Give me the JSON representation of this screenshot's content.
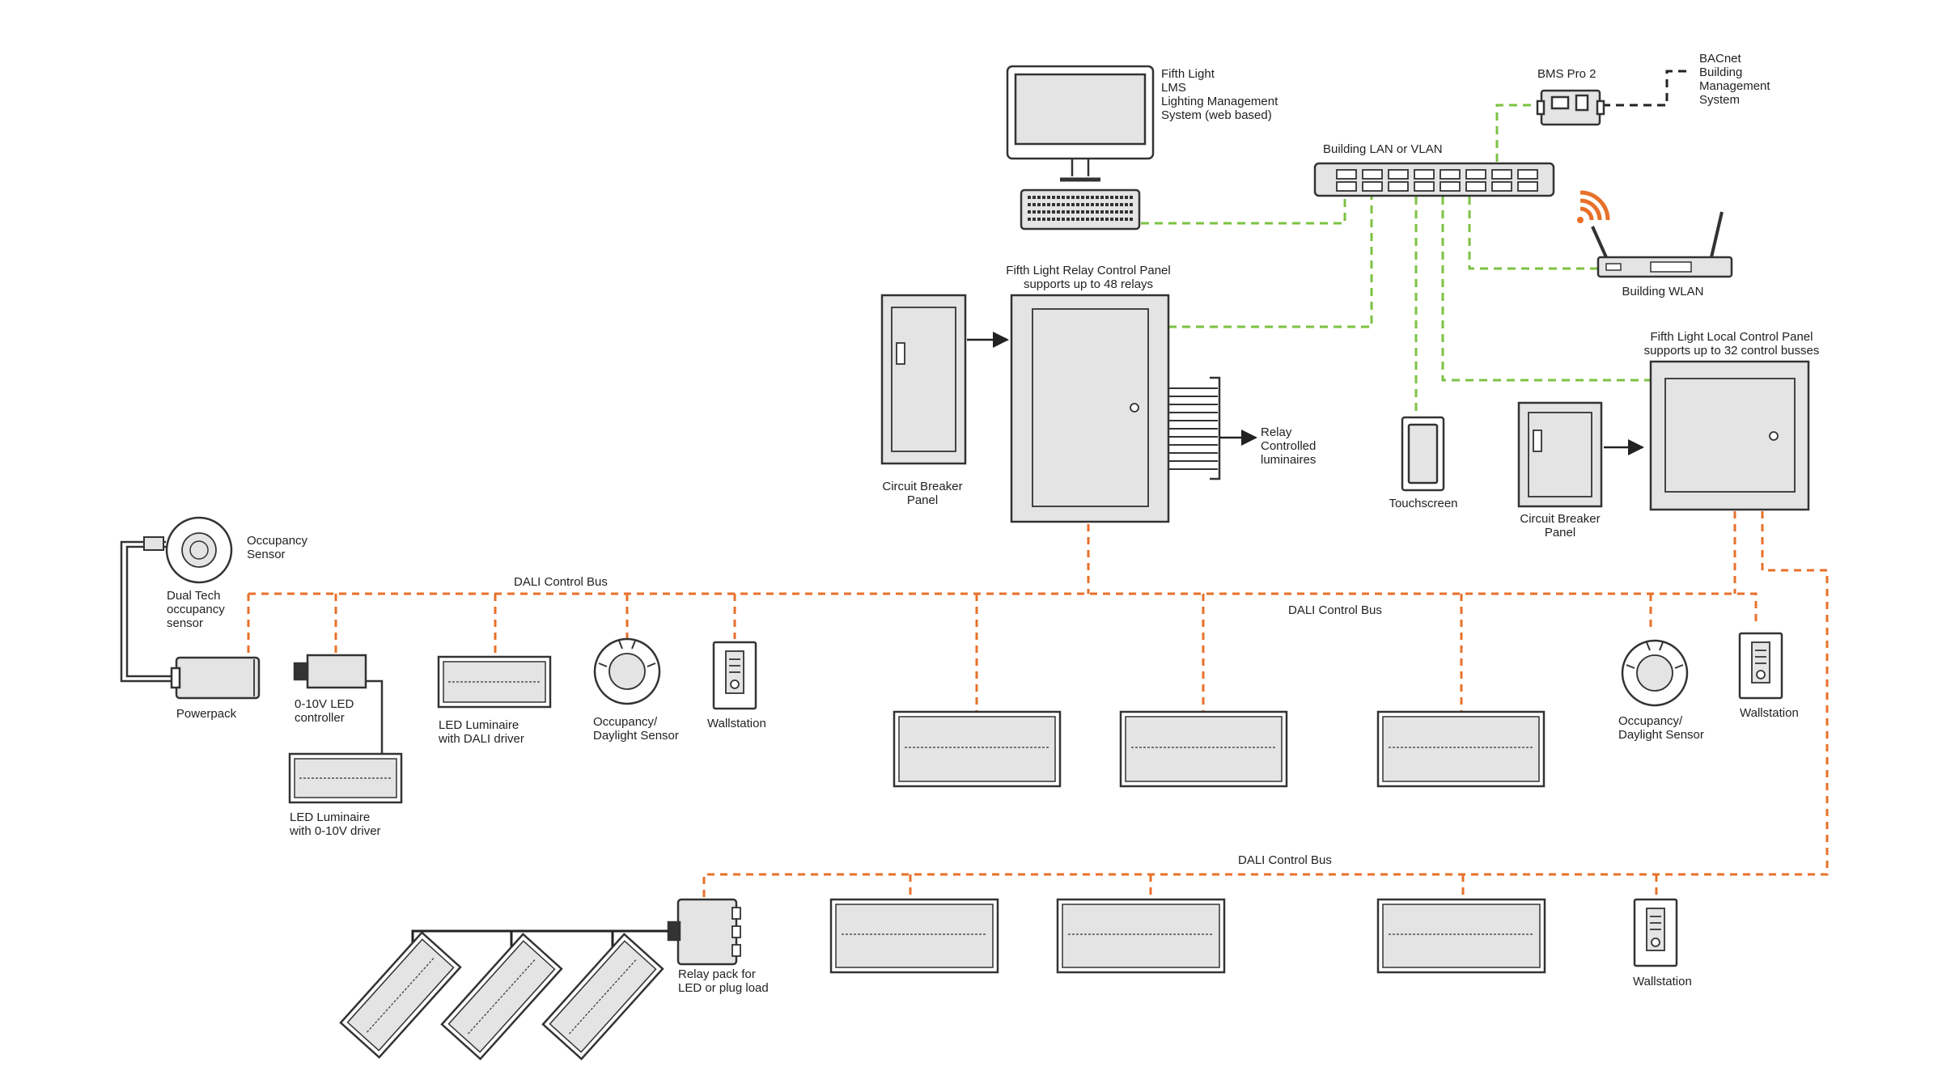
{
  "colors": {
    "network": "#7cc242",
    "dali": "#e8702a",
    "stroke": "#333333",
    "fill": "#e4e4e4",
    "wifi": "#e8702a",
    "bms_link": "#222222"
  },
  "labels": {
    "lms": "Fifth Light\nLMS\nLighting Management\nSystem (web based)",
    "bms": "BMS Pro 2",
    "bacnet": "BACnet\nBuilding\nManagement\nSystem",
    "lan": "Building LAN or VLAN",
    "wlan": "Building WLAN",
    "relay_panel": "Fifth Light Relay Control Panel\nsupports up to 48 relays",
    "local_panel": "Fifth Light Local Control Panel\nsupports up to 32 control busses",
    "cb_panel_left": "Circuit Breaker\nPanel",
    "cb_panel_right": "Circuit Breaker\nPanel",
    "relay_luminaires": "Relay\nControlled\nluminaires",
    "touchscreen": "Touchscreen",
    "occupancy_sensor": "Occupancy\nSensor",
    "dual_tech": "Dual Tech\noccupancy\nsensor",
    "powerpack": "Powerpack",
    "led_controller": "0-10V LED\ncontroller",
    "led_010": "LED Luminaire\nwith 0-10V driver",
    "led_dali": "LED Luminaire\nwith DALI driver",
    "occ_daylight_1": "Occupancy/\nDaylight Sensor",
    "wallstation_1": "Wallstation",
    "dali_bus_1": "DALI Control Bus",
    "dali_bus_2": "DALI Control Bus",
    "occ_daylight_2": "Occupancy/\nDaylight Sensor",
    "wallstation_2": "Wallstation",
    "dali_bus_3": "DALI Control Bus",
    "relay_pack": "Relay pack for\nLED or plug load",
    "wallstation_3": "Wallstation"
  },
  "icons": [
    "computer-monitor-icon",
    "keyboard-icon",
    "network-switch-icon",
    "bms-controller-icon",
    "wifi-router-icon",
    "wifi-signal-icon",
    "electrical-panel-icon",
    "touchscreen-icon",
    "occupancy-sensor-icon",
    "powerpack-icon",
    "led-controller-icon",
    "led-luminaire-icon",
    "wallstation-icon",
    "relay-pack-icon"
  ]
}
